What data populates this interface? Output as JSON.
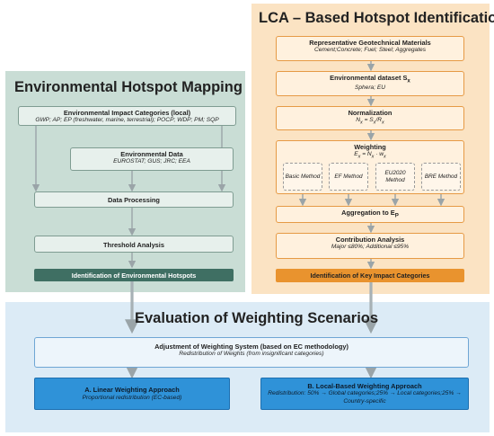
{
  "left_panel": {
    "title": "Environmental Hotspot Mapping",
    "impact_categories": {
      "title": "Environmental Impact Categories (local)",
      "detail": "GWP; AP; EP (freshwater, marine, terrestrial); POCP; WDP; PM; SQP"
    },
    "environmental_data": {
      "title": "Environmental Data",
      "detail": "EUROSTAT; GUS; JRC; EEA"
    },
    "data_processing": "Data Processing",
    "threshold_analysis": "Threshold Analysis",
    "identification": "Identification of Environmental Hotspots"
  },
  "right_panel": {
    "title": "LCA – Based Hotspot Identification",
    "materials": {
      "title": "Representative Geotechnical Materials",
      "detail": "Cement;Concrete; Fuel; Steel; Aggregates"
    },
    "dataset": {
      "title": "Environmental dataset S",
      "title_sub": "x",
      "detail": "Sphera; EU"
    },
    "normalization": {
      "title": "Normalization",
      "formula": "N",
      "formula_sub": "x",
      "formula_rest": " = S",
      "formula_rest_sub": "x",
      "formula_end": "/R",
      "formula_end_sub": "x"
    },
    "weighting": {
      "title": "Weighting",
      "formula": "E",
      "formula_sub": "x",
      "formula_mid": " = N",
      "formula_mid_sub": "x",
      "formula_end": " · w",
      "formula_end_sub": "x",
      "methods": [
        "Basic Method",
        "EF Method",
        "EU2020 Method",
        "BRE Method"
      ]
    },
    "aggregation": {
      "title": "Aggregation to E",
      "title_sub": "P"
    },
    "contribution": {
      "title": "Contribution Analysis",
      "detail": "Major ≤80%; Additional ≤95%"
    },
    "identification": "Identification of Key Impact Categories"
  },
  "bottom_panel": {
    "title": "Evaluation of Weighting Scenarios",
    "adjustment": {
      "title": "Adjustment of Weighting System (based on EC methodology)",
      "detail": "Redistribution of Weights (from insignificant categories)"
    },
    "approach_a": {
      "title": "A. Linear Weighting Approach",
      "detail": "Proportional redistribution (EC-based)"
    },
    "approach_b": {
      "title": "B. Local-Based Weighting Approach",
      "detail": "Redistribution: 50% → Global categories;25% → Local categories;25% → Country-specific"
    }
  },
  "colors": {
    "left_panel_bg": "#c9ddd5",
    "right_panel_bg": "#fbe3c3",
    "bottom_panel_bg": "#dcebf6",
    "left_accent": "#3f6f63",
    "right_accent": "#e9932e",
    "bottom_accent": "#2f92d8"
  }
}
